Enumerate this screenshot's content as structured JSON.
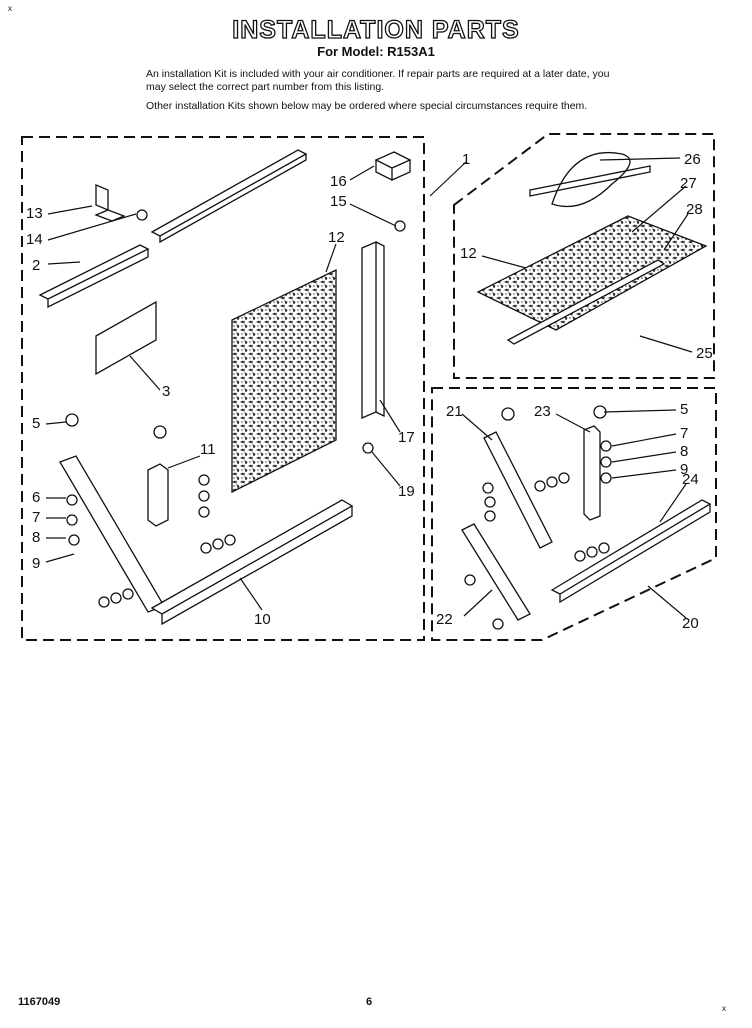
{
  "header": {
    "title": "INSTALLATION PARTS",
    "subtitle": "For Model: R153A1"
  },
  "intro": {
    "paragraph1": "An installation Kit is included with your air conditioner. If repair parts are required at a later date, you may select the correct part number from this listing.",
    "paragraph2": "Other installation Kits shown below may be ordered where special circumstances require them."
  },
  "callouts": [
    "1",
    "2",
    "3",
    "5",
    "6",
    "7",
    "8",
    "9",
    "10",
    "11",
    "12",
    "13",
    "14",
    "15",
    "16",
    "17",
    "19",
    "12",
    "26",
    "27",
    "28",
    "25",
    "21",
    "23",
    "5",
    "7",
    "8",
    "9",
    "24",
    "22",
    "20"
  ],
  "footer": {
    "doc_number": "1167049",
    "page_number": "6"
  },
  "marks": {
    "top_left": "x",
    "bottom_right": "x"
  }
}
